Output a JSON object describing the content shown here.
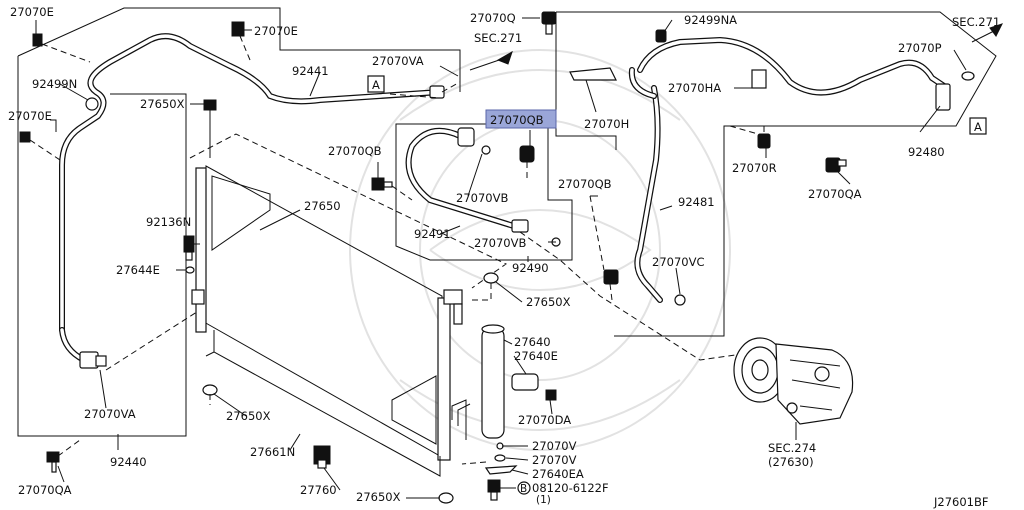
{
  "labels": {
    "p27070E_a": "27070E",
    "p27070E_b": "27070E",
    "p27070E_c": "27070E",
    "p92499N": "92499N",
    "p27650X_a": "27650X",
    "p92441": "92441",
    "p27070VA_a": "27070VA",
    "sec271_a": "SEC.271",
    "refA_a": "A",
    "p27070Q": "27070Q",
    "p92499NA": "92499NA",
    "sec271_b": "SEC.271",
    "p27070P": "27070P",
    "p27070HA": "27070HA",
    "p27070H": "27070H",
    "p27070QB_hl": "27070QB",
    "refA_b": "A",
    "p92480": "92480",
    "p27070R": "27070R",
    "p27070QA_a": "27070QA",
    "p27070QB_a": "27070QB",
    "p27650": "27650",
    "p27070VB_a": "27070VB",
    "p92491": "92491",
    "p27070VB_b": "27070VB",
    "p92490": "92490",
    "p27070QB_b": "27070QB",
    "p92481": "92481",
    "p27070VC": "27070VC",
    "p92136N": "92136N",
    "p27644E": "27644E",
    "p27650X_b": "27650X",
    "p27640": "27640",
    "p27640E": "27640E",
    "p27070DA": "27070DA",
    "p27070VA_b": "27070VA",
    "p27650X_c": "27650X",
    "p27661N": "27661N",
    "p92440": "92440",
    "p27070V_a": "27070V",
    "p27070V_b": "27070V",
    "p27640EA": "27640EA",
    "p08120": "08120-6122F",
    "p08120_circle": "B",
    "p08120_qty": "(1)",
    "p27070QA_b": "27070QA",
    "p27760": "27760",
    "p27650X_d": "27650X",
    "sec274": "SEC.274",
    "sec274_sub": "(27630)",
    "diagram_code": "J27601BF"
  },
  "colors": {
    "ink": "#111111",
    "highlight": "#9aa6d8",
    "watermark": "#e2e2e2"
  }
}
